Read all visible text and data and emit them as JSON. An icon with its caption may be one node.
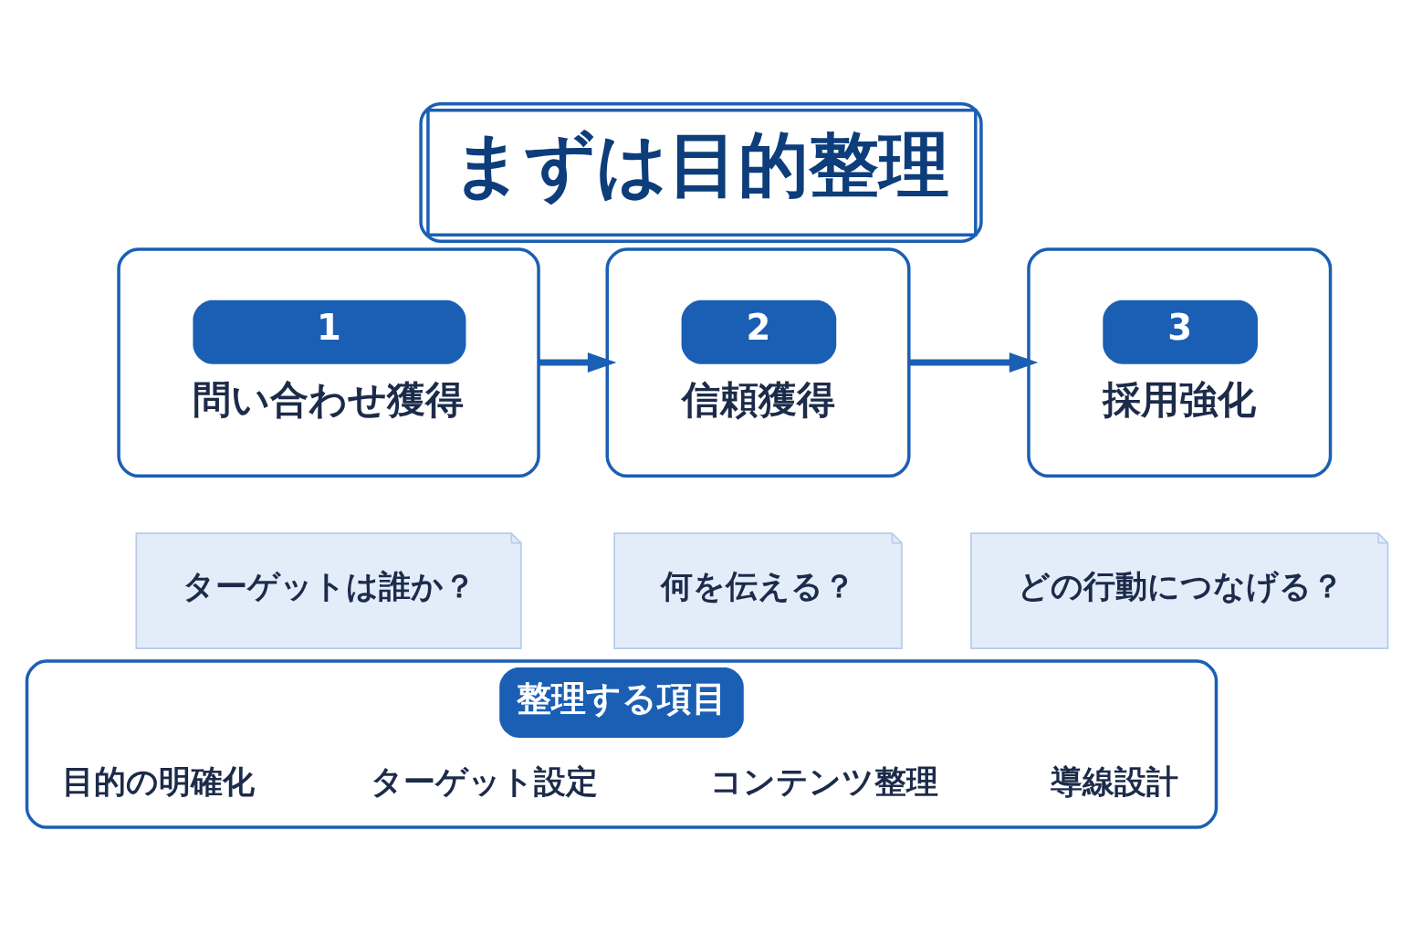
{
  "diagram": {
    "title": "まずは目的整理",
    "nodes": [
      {
        "text": [
          "1",
          "問い合わせ獲得"
        ]
      },
      {
        "text": [
          "2",
          "信頼獲得"
        ]
      },
      {
        "text": [
          "3",
          "採用強化"
        ]
      },
      {
        "text": [
          "ターゲットは誰か？"
        ]
      },
      {
        "text": [
          "何を伝える？"
        ]
      },
      {
        "text": [
          "どの行動につなげる？"
        ]
      },
      {
        "text": [
          "整理する項目"
        ]
      },
      {
        "text": [
          "目的の明確化"
        ],
        "in": 6
      },
      {
        "text": [
          "ターゲット設定"
        ],
        "in": 6
      },
      {
        "text": [
          "コンテンツ整理"
        ],
        "in": 6
      },
      {
        "text": [
          "導線設計"
        ],
        "in": 6
      }
    ],
    "edges": [
      {
        "from": 0,
        "to": 1,
        "arrow": "to"
      },
      {
        "from": 1,
        "to": 2,
        "arrow": "to"
      }
    ]
  }
}
